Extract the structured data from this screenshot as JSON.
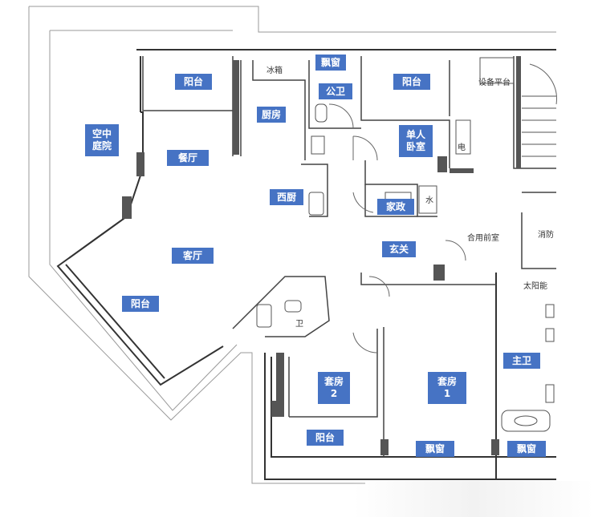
{
  "plan": {
    "colors": {
      "label_bg": "#4673c4",
      "wall": "#333333",
      "column": "#555555"
    },
    "rooms": {
      "sky_garden": "空中\n庭院",
      "balcony_top_left": "阳台",
      "dining": "餐厅",
      "kitchen": "厨房",
      "bay_window_top": "飘窗",
      "public_bath": "公卫",
      "balcony_top_right": "阳台",
      "single_bedroom": "单人\n卧室",
      "western_kitchen": "西厨",
      "domestic": "家政",
      "living": "客厅",
      "foyer": "玄关",
      "balcony_left": "阳台",
      "suite_2": "套房\n2",
      "suite_1": "套房\n1",
      "master_bath": "主卫",
      "balcony_bottom": "阳台",
      "bay_window_bottom_1": "飘窗",
      "bay_window_bottom_2": "飘窗"
    },
    "annotations": {
      "equipment_platform": "设备平台",
      "fridge": "冰箱",
      "elec": "电",
      "water": "水",
      "shared_lobby": "合用前室",
      "fire_escape": "消防",
      "sunlight": "太阳能",
      "toilet": "卫"
    }
  }
}
